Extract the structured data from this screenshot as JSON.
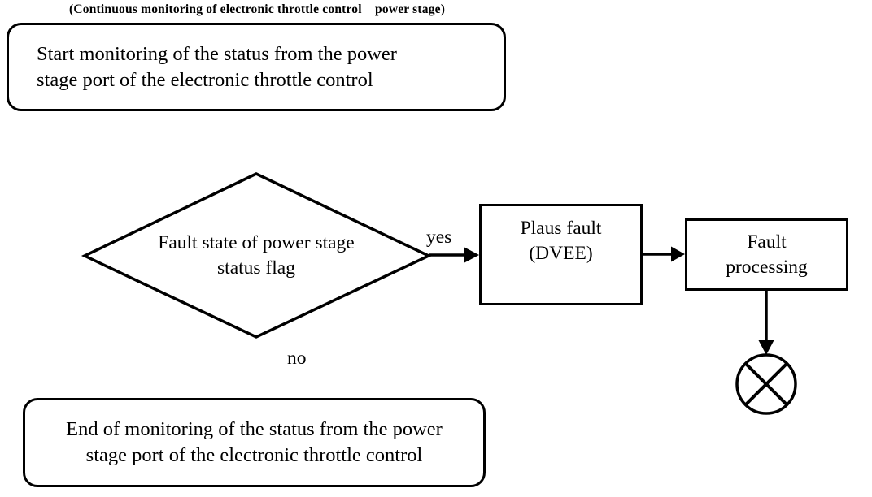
{
  "caption": "(Continuous monitoring of electronic throttle control    power stage)",
  "nodes": {
    "start": {
      "text": "Start monitoring of the status from the power\nstage port of the electronic throttle control"
    },
    "decision": {
      "text": "Fault state of power stage\nstatus flag"
    },
    "plaus_fault": {
      "text": "Plaus fault\n(DVEE)"
    },
    "fault_processing": {
      "text": "Fault\nprocessing"
    },
    "end": {
      "text": "End of monitoring of the status from the power\nstage port of the electronic throttle control"
    }
  },
  "labels": {
    "yes": "yes",
    "no": "no"
  },
  "colors": {
    "line": "#000000",
    "background": "#ffffff"
  }
}
